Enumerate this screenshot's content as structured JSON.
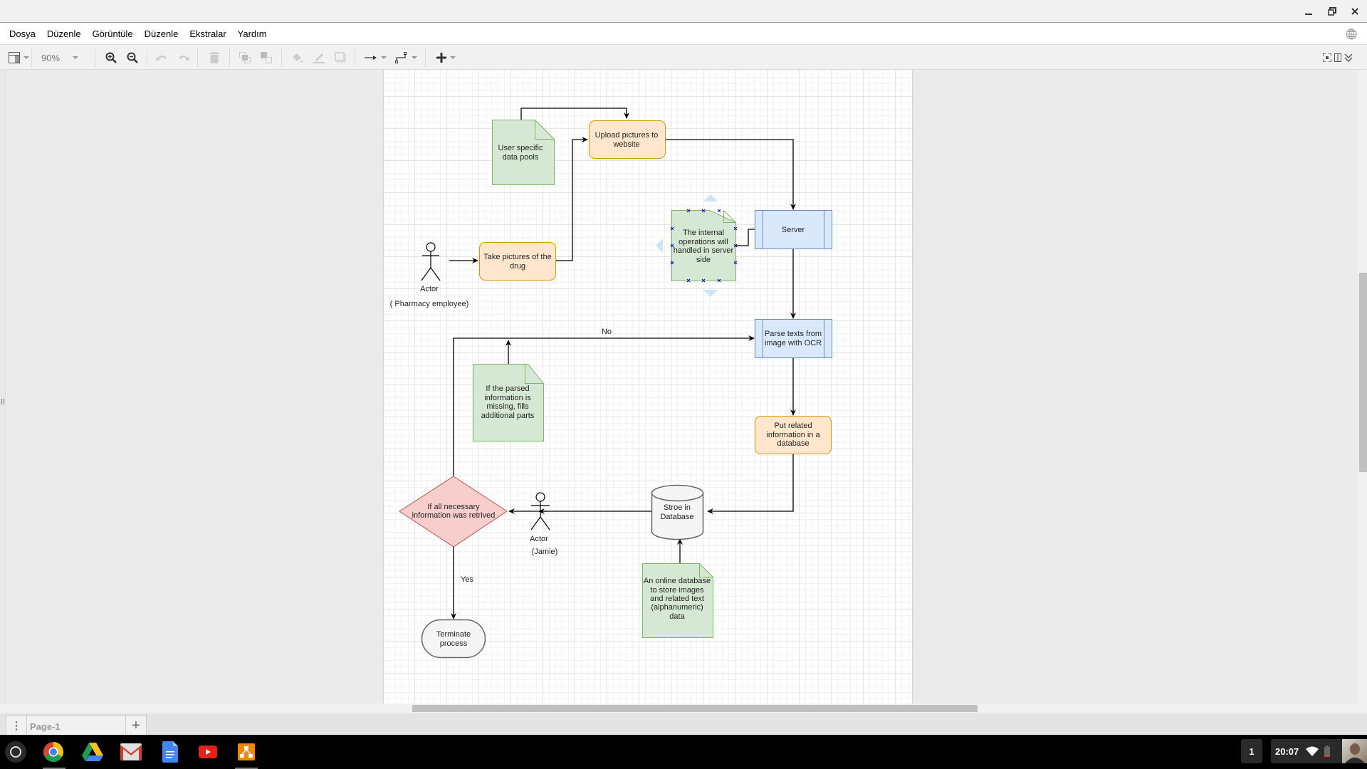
{
  "window": {
    "controls": {
      "minimize": "minimize-icon",
      "restore": "restore-icon",
      "close": "close-icon"
    }
  },
  "menubar": {
    "items": [
      "Dosya",
      "Düzenle",
      "Görüntüle",
      "Düzenle",
      "Ekstralar",
      "Yardım"
    ]
  },
  "toolbar": {
    "zoom": "90%",
    "items": [
      "format-panel-toggle",
      "zoom-select",
      "zoom-in",
      "zoom-out",
      "undo",
      "redo",
      "delete",
      "to-front",
      "to-back",
      "fill-color",
      "line-color",
      "shadow",
      "connection-style",
      "waypoints",
      "insert"
    ],
    "right_items": [
      "fullscreen",
      "format-panel",
      "collapse"
    ]
  },
  "diagram": {
    "nodes": {
      "user_data_pools": "User specific data pools",
      "upload_pictures": "Upload pictures to website",
      "take_pictures": "Take pictures of the drug",
      "actor1_label": "Actor",
      "actor1_role": "( Pharmacy employee)",
      "internal_ops": "The internal operations will handled in server side",
      "server": "Server",
      "parse_ocr": "Parse texts from image with OCR",
      "fill_missing": "If the parsed information is missing, fills additional parts",
      "put_related": "Put related information in a database",
      "store_db": "Stroe in Database",
      "online_db_note": "An online database to store images and related text (alphanumeric) data",
      "actor2_label": "Actor",
      "actor2_role": "(Jamie)",
      "decision": "If all necessary information was retrived",
      "terminate": "Terminate process"
    },
    "edge_labels": {
      "no": "No",
      "yes": "Yes"
    },
    "colors": {
      "note_fill": "#d5e8d4",
      "note_stroke": "#82b366",
      "process_fill": "#ffe6cc",
      "process_stroke": "#d79b00",
      "server_fill": "#dae8fc",
      "server_stroke": "#6c8ebf",
      "decision_fill": "#f8cecc",
      "decision_stroke": "#b85450",
      "neutral_fill": "#f5f5f5",
      "neutral_stroke": "#666666"
    }
  },
  "pages": {
    "tabs": [
      "Page-1"
    ]
  },
  "taskbar": {
    "apps": [
      "launcher",
      "chrome",
      "google-drive",
      "gmail",
      "google-docs",
      "youtube",
      "drawio"
    ],
    "workspace": "1",
    "time": "20:07"
  }
}
